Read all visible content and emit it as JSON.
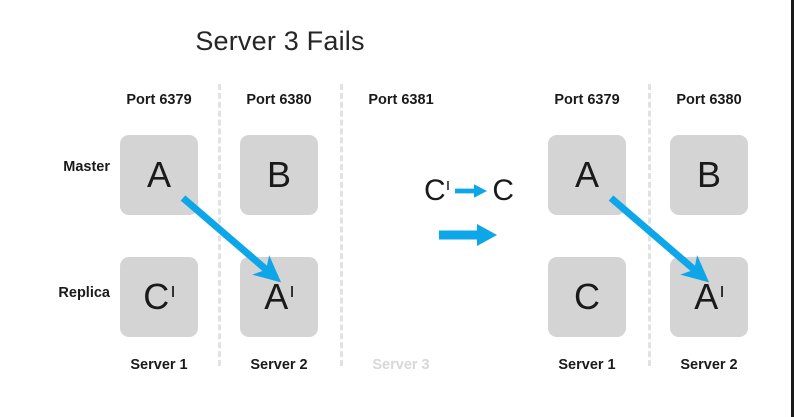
{
  "slide": {
    "title": "Server 3 Fails",
    "background": "#ffffff",
    "accent_color": "#0DA6E8",
    "node_fill": "#d4d4d4",
    "dim_color": "#d8d8d8",
    "text_color": "#1a1a1a"
  },
  "rows": {
    "master": "Master",
    "replica": "Replica"
  },
  "left_panel": {
    "ports": [
      "Port 6379",
      "Port 6380",
      "Port 6381"
    ],
    "servers": [
      {
        "label": "Server 1",
        "dim": false
      },
      {
        "label": "Server 2",
        "dim": false
      },
      {
        "label": "Server 3",
        "dim": true
      }
    ],
    "nodes": {
      "master": [
        {
          "letter": "A",
          "prime": ""
        },
        {
          "letter": "B",
          "prime": ""
        },
        {
          "letter": "",
          "prime": ""
        }
      ],
      "replica": [
        {
          "letter": "C",
          "prime": "ı"
        },
        {
          "letter": "A",
          "prime": "ı"
        },
        {
          "letter": "",
          "prime": ""
        }
      ]
    }
  },
  "right_panel": {
    "ports": [
      "Port 6379",
      "Port 6380"
    ],
    "servers": [
      {
        "label": "Server 1",
        "dim": false
      },
      {
        "label": "Server 2",
        "dim": false
      }
    ],
    "nodes": {
      "master": [
        {
          "letter": "A",
          "prime": ""
        },
        {
          "letter": "B",
          "prime": ""
        }
      ],
      "replica": [
        {
          "letter": "C",
          "prime": ""
        },
        {
          "letter": "A",
          "prime": "ı"
        }
      ]
    }
  },
  "legend": {
    "promotion_from": "C",
    "promotion_from_prime": "ı",
    "promotion_to": "C",
    "arrow_icon": "right-arrow-icon",
    "transition_arrow_icon": "right-arrow-icon"
  }
}
